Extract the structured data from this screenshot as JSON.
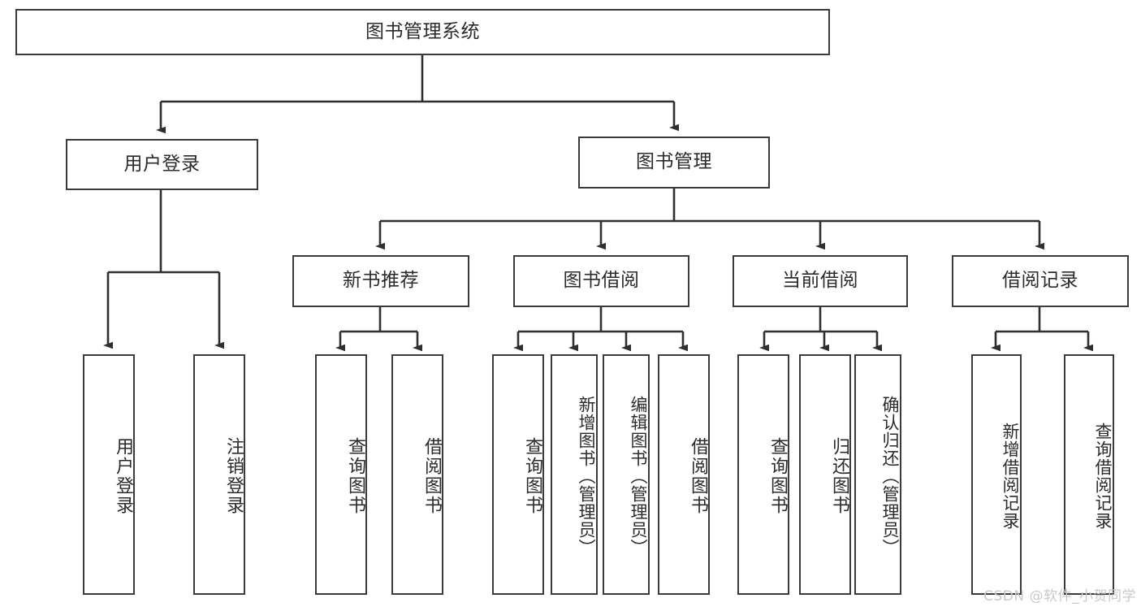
{
  "diagram": {
    "title": "图书管理系统",
    "type": "hierarchy-tree",
    "watermark": "CSDN @软件_小贺同学",
    "colors": {
      "box_border": "#3b3b3b",
      "edge": "#2f2f2f",
      "text": "#2b2b2b",
      "background": "#ffffff",
      "watermark": "#c9c9c9"
    },
    "levels": {
      "root": {
        "label": "图书管理系统"
      },
      "level2": [
        {
          "label": "用户登录"
        },
        {
          "label": "图书管理"
        }
      ],
      "level3": [
        {
          "label": "新书推荐"
        },
        {
          "label": "图书借阅"
        },
        {
          "label": "当前借阅"
        },
        {
          "label": "借阅记录"
        }
      ],
      "leaves": {
        "user_login": [
          {
            "label": "用户登录"
          },
          {
            "label": "注销登录"
          }
        ],
        "new_book_recommend": [
          {
            "label": "查询图书"
          },
          {
            "label": "借阅图书"
          }
        ],
        "book_borrow": [
          {
            "label": "查询图书"
          },
          {
            "label": "新增图书（管理员）"
          },
          {
            "label": "编辑图书（管理员）"
          },
          {
            "label": "借阅图书"
          }
        ],
        "current_borrow": [
          {
            "label": "查询图书"
          },
          {
            "label": "归还图书"
          },
          {
            "label": "确认归还（管理员）"
          }
        ],
        "borrow_record": [
          {
            "label": "新增借阅记录"
          },
          {
            "label": "查询借阅记录"
          }
        ]
      }
    }
  }
}
